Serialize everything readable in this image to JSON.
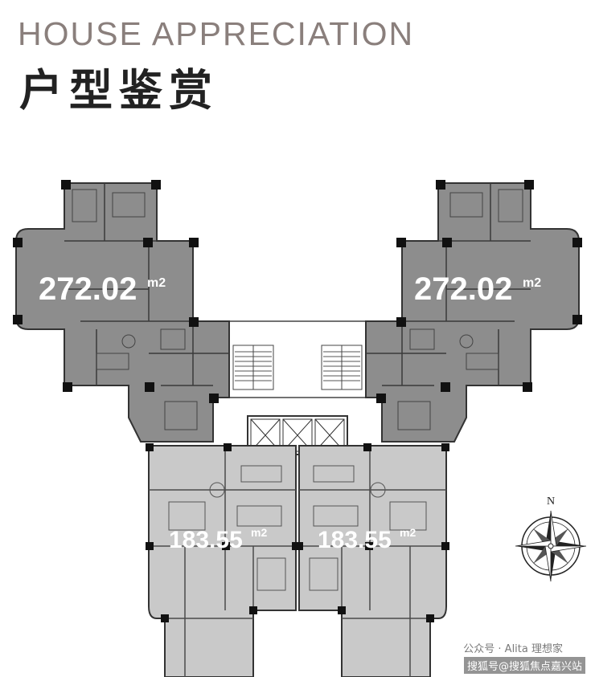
{
  "header": {
    "title_en": "HOUSE APPRECIATION",
    "title_cn": "户型鉴赏"
  },
  "units": [
    {
      "name": "west-large-unit",
      "area": "272.02",
      "unit": "m2"
    },
    {
      "name": "east-large-unit",
      "area": "272.02",
      "unit": "m2"
    },
    {
      "name": "west-small-unit",
      "area": "183.55",
      "unit": "m2"
    },
    {
      "name": "east-small-unit",
      "area": "183.55",
      "unit": "m2"
    }
  ],
  "compass": {
    "north_label": "N"
  },
  "watermarks": {
    "wechat": "公众号 · Alita 理想家",
    "sohu": "搜狐号@搜狐焦点嘉兴站"
  },
  "colors": {
    "large_unit_fill": "#8d8d8d",
    "small_unit_fill": "#c9c9c9",
    "wall": "#3a3a3a",
    "column": "#111111"
  }
}
